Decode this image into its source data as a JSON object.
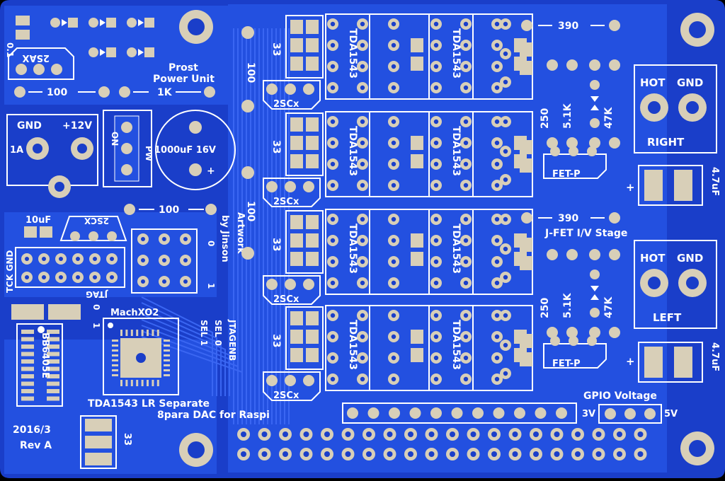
{
  "colors": {
    "board": "#1a3ec9",
    "copper": "#2350e0",
    "trace": "#3462f0",
    "silk": "#ffffff",
    "pad": "#d8cfb8",
    "edge": "#000000"
  },
  "labels": {
    "cap_01": "0.1",
    "q_2sax": "2SAX",
    "prost": "Prost",
    "power_unit": "Power Unit",
    "r100_top": "100",
    "r1k_top": "1K",
    "gnd": "GND",
    "plus12v": "+12V",
    "one_a": "1A",
    "on": "ON",
    "pw": "PW",
    "cap_1000uf": "1000uF 16V",
    "plus": "+",
    "r100_mid": "100",
    "cap_10uf": "10uF",
    "q_2scx_left": "2SCX",
    "tck_gnd": "TCK GND",
    "jtag": "JTAG",
    "one": "1",
    "zero": "0",
    "artwork": "Artwork",
    "by_jinson": "by Jinson",
    "jtagenb": "JTAGENB",
    "sel0": "SEL 0",
    "sel1": "SEL 1",
    "machxo2": "MachXO2",
    "ic_bb": "BB6405E",
    "tda_lr": "TDA1543 LR Separate",
    "spara": "8para DAC for Raspi",
    "date": "2016/3",
    "rev": "Rev A",
    "r33": "33",
    "tda": "TDA1543",
    "q_2scx": "2SCx",
    "r100_vert": "100",
    "r390": "390",
    "r250": "250",
    "r51k": "5.1K",
    "r47k": "47K",
    "fet_p": "FET-P",
    "hot": "HOT",
    "gnd2": "GND",
    "right": "RIGHT",
    "left": "LEFT",
    "cap_47uf": "4.7uF",
    "jfet_stage": "J-FET I/V Stage",
    "gpio_voltage": "GPIO Voltage",
    "v3": "3V",
    "v5": "5V"
  }
}
